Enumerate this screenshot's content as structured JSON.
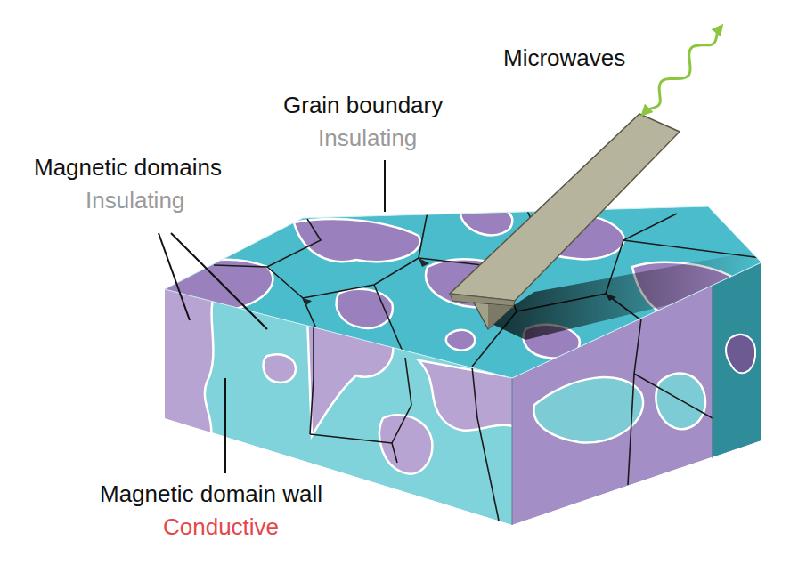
{
  "diagram": {
    "labels": [
      "Microwaves",
      "Grain boundary",
      "Insulating",
      "Magnetic domains",
      "Insulating",
      "Magnetic domain wall",
      "Conductive"
    ]
  }
}
